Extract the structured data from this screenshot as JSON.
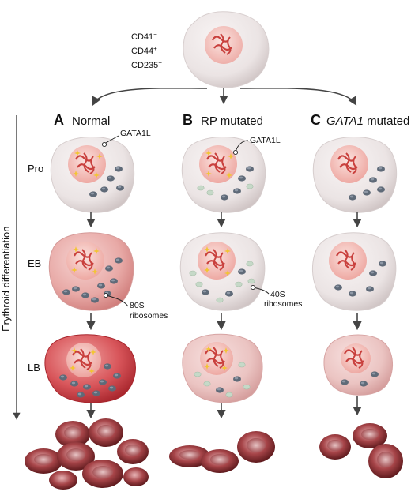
{
  "progenitor": {
    "markers": [
      {
        "base": "CD41",
        "sign": "−"
      },
      {
        "base": "CD44",
        "sign": "+"
      },
      {
        "base": "CD235",
        "sign": "−"
      }
    ]
  },
  "columns": [
    {
      "letter": "A",
      "label": "Normal",
      "italic_part": ""
    },
    {
      "letter": "B",
      "label": "RP mutated",
      "italic_part": ""
    },
    {
      "letter": "C",
      "label": " mutated",
      "italic_part": "GATA1"
    }
  ],
  "stages": [
    "Pro",
    "EB",
    "LB"
  ],
  "axis_label": "Erythroid differentiation",
  "annotations": {
    "gata1l_a": "GATA1L",
    "gata1l_b": "GATA1L",
    "ribo80_line1": "80S",
    "ribo80_line2": "ribosomes",
    "ribo40_line1": "40S",
    "ribo40_line2": "ribosomes"
  },
  "colors": {
    "cell_light": "#ece6e6",
    "cell_pink": "#e8a9a6",
    "cell_red": "#c2393f",
    "nucleus": "#f3c2bd",
    "chromatin": "#c9403d",
    "ribosome_80s": "#5f6a78",
    "ribosome_40s": "#c6d9c8",
    "gata1l_star": "#f2c531",
    "rbc": "#8b2b2f",
    "arrow": "#444444"
  }
}
